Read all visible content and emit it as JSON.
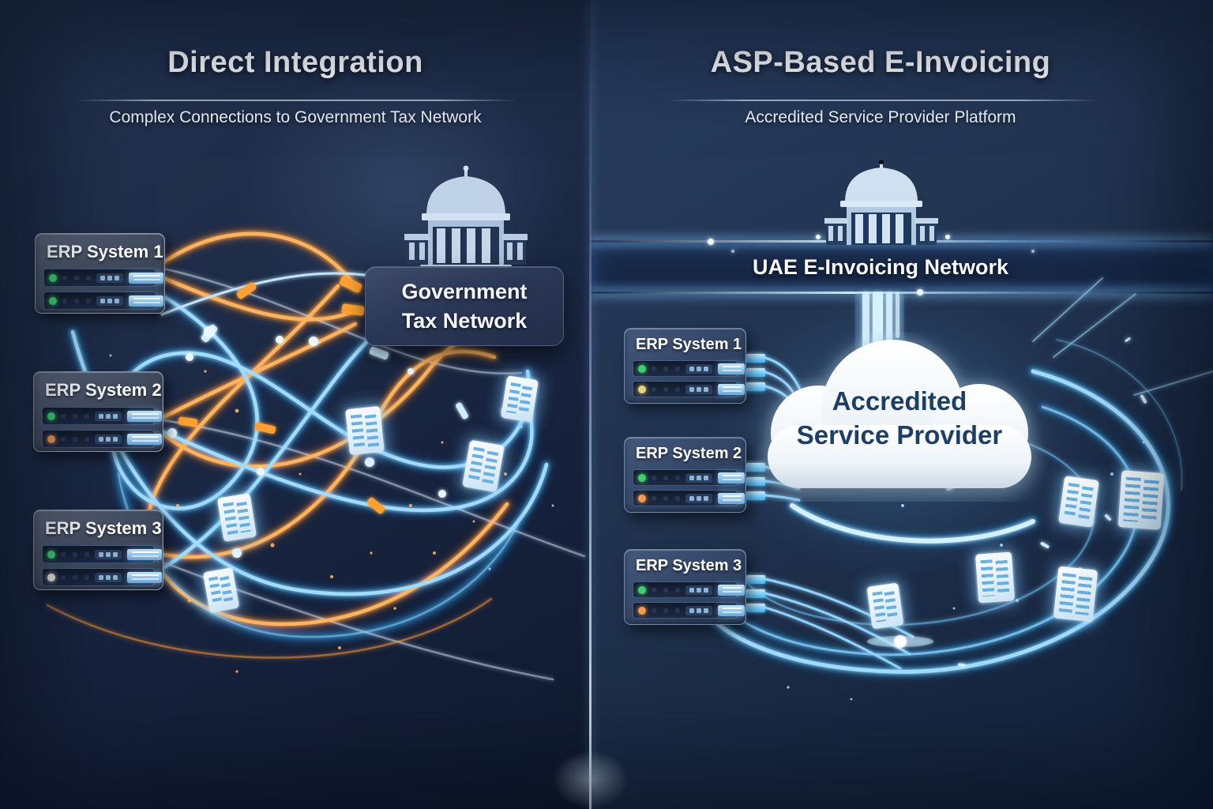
{
  "left_panel": {
    "title": "Direct Integration",
    "subtitle": "Complex Connections to Government Tax Network",
    "hub_label": {
      "line1": "Government",
      "line2": "Tax Network"
    },
    "erp_systems": [
      {
        "label": "ERP System 1",
        "status_leds": [
          "green",
          "green"
        ]
      },
      {
        "label": "ERP System 2",
        "status_leds": [
          "green",
          "orange"
        ]
      },
      {
        "label": "ERP System 3",
        "status_leds": [
          "green",
          "white"
        ]
      }
    ]
  },
  "right_panel": {
    "title": "ASP-Based E-Invoicing",
    "subtitle": "Accredited Service Provider Platform",
    "network_banner": {
      "label": "UAE E-Invoicing Network"
    },
    "cloud": {
      "line1": "Accredited",
      "line2": "Service Provider"
    },
    "erp_systems": [
      {
        "label": "ERP System 1",
        "status_leds": [
          "green",
          "yellow"
        ]
      },
      {
        "label": "ERP System 2",
        "status_leds": [
          "green",
          "orange"
        ]
      },
      {
        "label": "ERP System 3",
        "status_leds": [
          "green",
          "orange"
        ]
      }
    ]
  },
  "colors": {
    "background_navy": "#16233c",
    "cable_orange": "#ff8c1a",
    "cable_blue": "#2aa7f0",
    "cloud_text_navy": "#1d3e66",
    "led_green": "#3ed06d",
    "led_orange": "#f09a52",
    "led_yellow": "#e6d478",
    "led_white": "#efe6da",
    "document_glow": "#8fd4ff",
    "title_text": "#f6f9fd"
  }
}
